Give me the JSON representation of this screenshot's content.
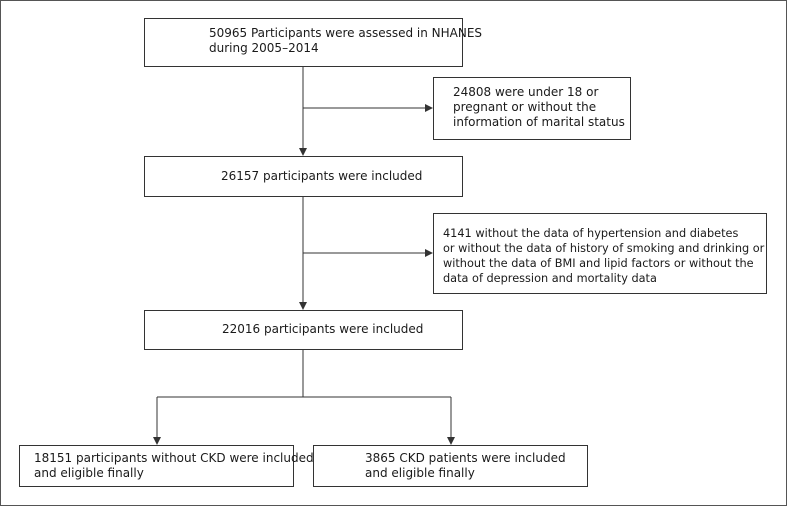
{
  "flowchart": {
    "box_assessed": {
      "lines": [
        "50965 Participants were assessed in NHANES",
        "during 2005–2014"
      ]
    },
    "box_excluded_1": {
      "lines": [
        "24808 were under 18 or",
        "pregnant or without the",
        "information of marital status"
      ]
    },
    "box_included_1": {
      "lines": [
        "26157 participants were included"
      ]
    },
    "box_excluded_2": {
      "lines": [
        "4141 without the data of hypertension and diabetes",
        "or without the data of history of smoking and drinking or",
        "without the data of BMI and lipid factors or without the",
        "data of depression and mortality data"
      ]
    },
    "box_included_2": {
      "lines": [
        "22016 participants were included"
      ]
    },
    "box_non_ckd": {
      "lines": [
        "18151 participants without CKD were included",
        "and eligible finally"
      ]
    },
    "box_ckd": {
      "lines": [
        "3865 CKD patients were included",
        "and eligible finally"
      ]
    }
  },
  "colors": {
    "line": "#333333",
    "text": "#1a1a1a",
    "frame": "#555555"
  }
}
